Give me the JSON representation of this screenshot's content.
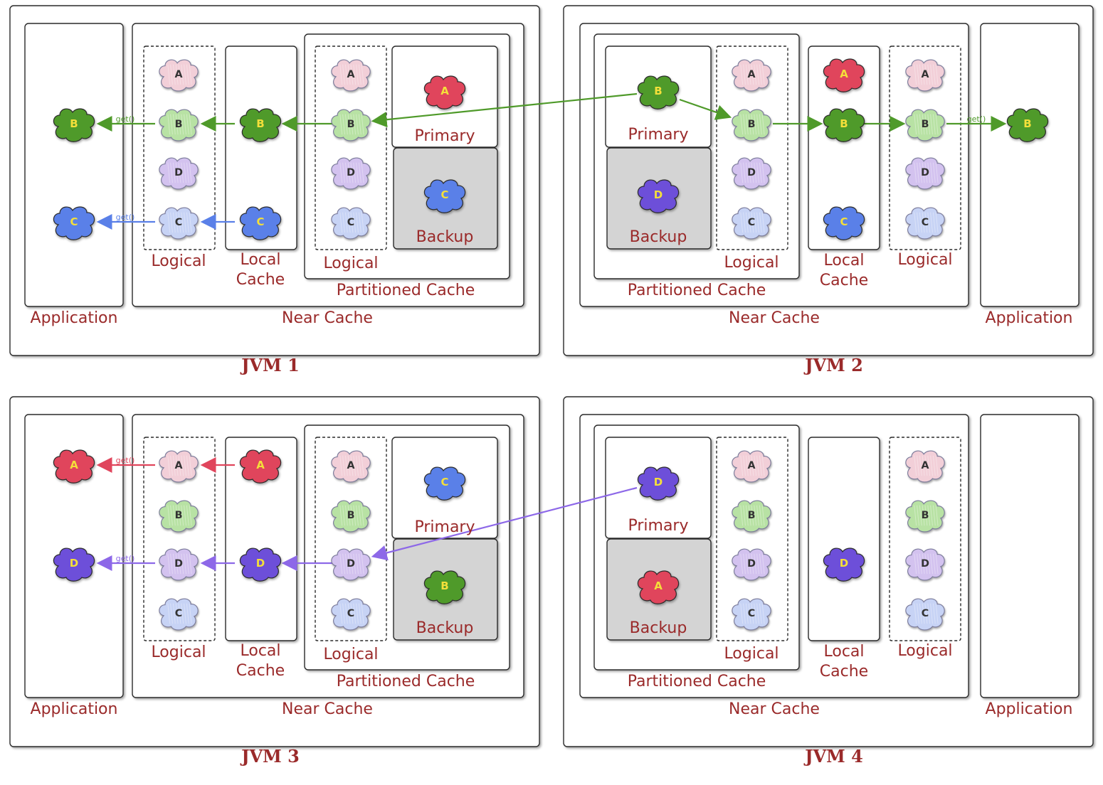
{
  "colors": {
    "green": "#4f9a2a",
    "green_light": "#b8e2a4",
    "blue": "#5a80e8",
    "blue_light": "#c7d3f5",
    "red": "#e0455c",
    "red_light": "#f2cfd8",
    "purple": "#6d4fd9",
    "purple_light": "#d3c2ef",
    "label": "#9a2a2a",
    "letter_solid": "#f4df3a",
    "letter_light": "#333333"
  },
  "labels": {
    "application": "Application",
    "near_cache": "Near Cache",
    "partitioned_cache": "Partitioned Cache",
    "logical": "Logical",
    "local": "Local",
    "cache": "Cache",
    "primary": "Primary",
    "backup": "Backup",
    "get": "get()"
  },
  "jvms": [
    {
      "title": "JVM 1",
      "primary": "A",
      "backup": "C",
      "local": [
        "B",
        "C"
      ],
      "gets": [
        "B",
        "C"
      ]
    },
    {
      "title": "JVM 2",
      "primary": "B",
      "backup": "D",
      "local": [
        "A",
        "B",
        "C"
      ],
      "gets": [
        "B"
      ]
    },
    {
      "title": "JVM 3",
      "primary": "C",
      "backup": "B",
      "local": [
        "A",
        "D"
      ],
      "gets": [
        "A",
        "D"
      ]
    },
    {
      "title": "JVM 4",
      "primary": "D",
      "backup": "A",
      "local": [
        "D"
      ],
      "gets": []
    }
  ],
  "logical_keys": [
    "A",
    "B",
    "D",
    "C"
  ]
}
